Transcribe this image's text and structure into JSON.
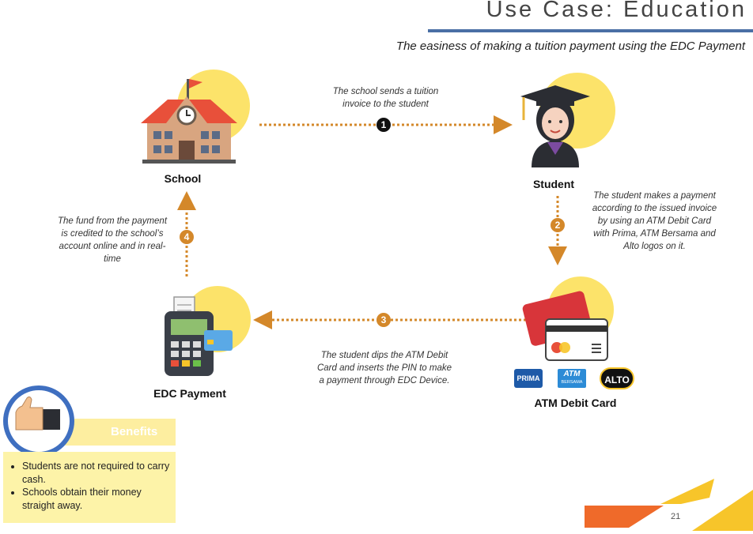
{
  "header": {
    "title": "Use Case: Education",
    "subtitle": "The easiness of making a tuition payment using the EDC Payment"
  },
  "nodes": {
    "school": "School",
    "student": "Student",
    "edc": "EDC Payment",
    "atm": "ATM Debit Card"
  },
  "steps": [
    {
      "number": "1",
      "text": "The school sends a tuition invoice to the student"
    },
    {
      "number": "2",
      "text": "The student makes a payment according to the issued invoice by using an ATM Debit Card with Prima, ATM Bersama and Alto logos on it."
    },
    {
      "number": "3",
      "text": "The student dips the ATM Debit Card and inserts the PIN to make a payment through EDC Device."
    },
    {
      "number": "4",
      "text": "The fund from the payment is credited to the school’s account online and in real-time"
    }
  ],
  "card_logos": {
    "prima": "PRIMA",
    "atm_bersama_top": "ATM",
    "atm_bersama_bottom": "BERSAMA",
    "alto": "ALTO"
  },
  "benefits": {
    "title": "Benefits",
    "items": [
      "Students are not required to carry cash.",
      "Schools obtain their money straight away."
    ]
  },
  "footer": {
    "page_number": "21"
  },
  "colors": {
    "accent_blue": "#4a6fa5",
    "arrow_orange": "#d4882a",
    "icon_circle_yellow": "#fce36a",
    "benefits_yellow": "#fdf3a8",
    "footer_orange": "#ef6a2a",
    "footer_yellow": "#f7c52a"
  }
}
